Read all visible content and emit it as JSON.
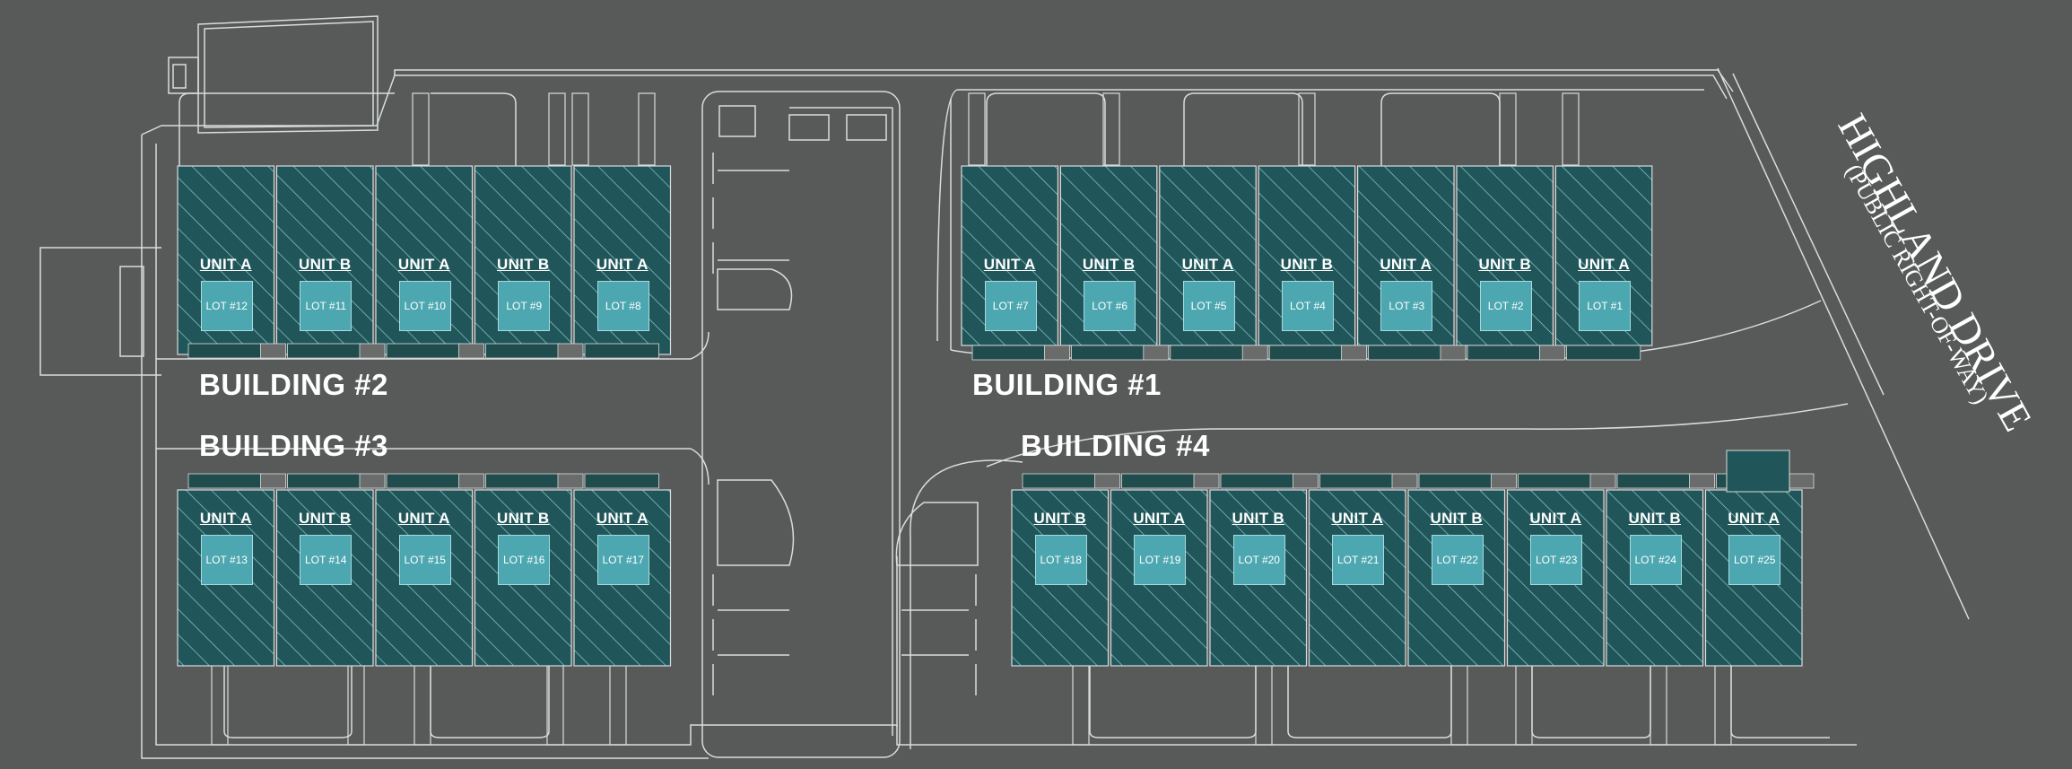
{
  "colors": {
    "background": "#585a59",
    "unit_fill": "#205659",
    "unit_hatch": "#8cc9cc",
    "lot_fill": "#4ca7b0",
    "outline": "#d8dcdc",
    "label": "#ffffff"
  },
  "road": {
    "name": "HIGHLAND DRIVE",
    "sub": "(PUBLIC RIGHT-OF-WAY)"
  },
  "buildings": [
    {
      "label": "BUILDING #2",
      "units": [
        {
          "type": "UNIT A",
          "lot": "LOT #12"
        },
        {
          "type": "UNIT B",
          "lot": "LOT #11"
        },
        {
          "type": "UNIT A",
          "lot": "LOT #10"
        },
        {
          "type": "UNIT B",
          "lot": "LOT #9"
        },
        {
          "type": "UNIT A",
          "lot": "LOT #8"
        }
      ]
    },
    {
      "label": "BUILDING #1",
      "units": [
        {
          "type": "UNIT A",
          "lot": "LOT #7"
        },
        {
          "type": "UNIT B",
          "lot": "LOT #6"
        },
        {
          "type": "UNIT A",
          "lot": "LOT #5"
        },
        {
          "type": "UNIT B",
          "lot": "LOT #4"
        },
        {
          "type": "UNIT A",
          "lot": "LOT #3"
        },
        {
          "type": "UNIT B",
          "lot": "LOT #2"
        },
        {
          "type": "UNIT A",
          "lot": "LOT #1"
        }
      ]
    },
    {
      "label": "BUILDING #3",
      "units": [
        {
          "type": "UNIT A",
          "lot": "LOT #13"
        },
        {
          "type": "UNIT B",
          "lot": "LOT #14"
        },
        {
          "type": "UNIT A",
          "lot": "LOT #15"
        },
        {
          "type": "UNIT B",
          "lot": "LOT #16"
        },
        {
          "type": "UNIT A",
          "lot": "LOT #17"
        }
      ]
    },
    {
      "label": "BUILDING #4",
      "units": [
        {
          "type": "UNIT B",
          "lot": "LOT #18"
        },
        {
          "type": "UNIT A",
          "lot": "LOT #19"
        },
        {
          "type": "UNIT B",
          "lot": "LOT #20"
        },
        {
          "type": "UNIT A",
          "lot": "LOT #21"
        },
        {
          "type": "UNIT B",
          "lot": "LOT #22"
        },
        {
          "type": "UNIT A",
          "lot": "LOT #23"
        },
        {
          "type": "UNIT B",
          "lot": "LOT #24"
        },
        {
          "type": "UNIT A",
          "lot": "LOT #25"
        }
      ]
    }
  ]
}
